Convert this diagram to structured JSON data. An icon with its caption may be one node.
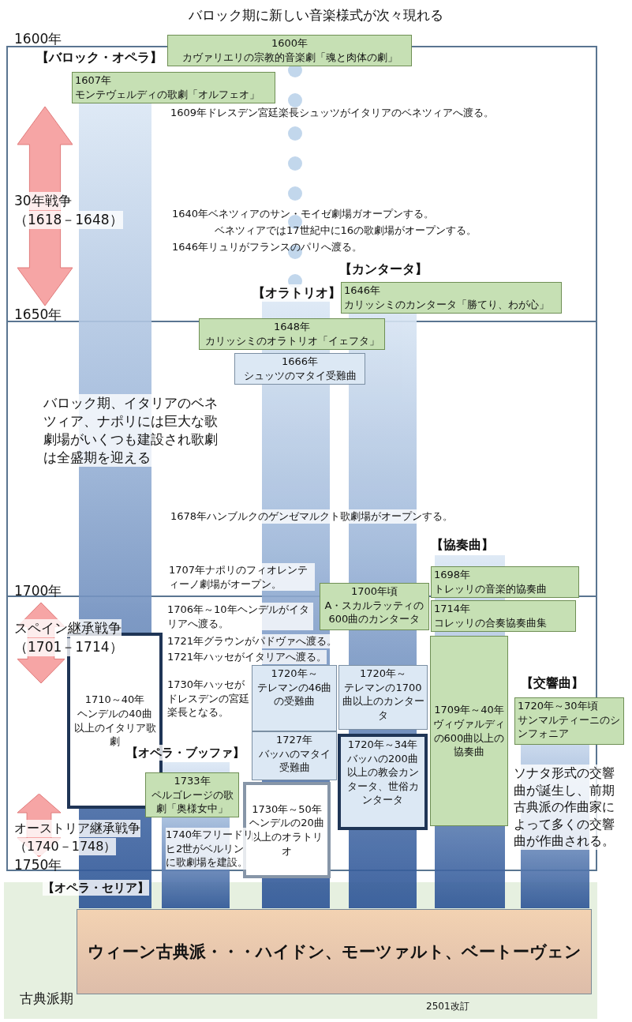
{
  "diagram": {
    "title": "バロック期に新しい音楽様式が次々現れる",
    "nodes": [
      {
        "text": [
          "1600年",
          "カヴァリエリの宗教的音楽劇「魂と肉体の劇」"
        ]
      },
      {
        "text": [
          "1607年",
          "モンテヴェルディの歌劇「オルフェオ」"
        ]
      },
      {
        "text": [
          "1646年",
          "カリッシミのカンタータ「勝てり、わが心」"
        ]
      },
      {
        "text": [
          "1648年",
          "カリッシミのオラトリオ「イェフタ」"
        ]
      },
      {
        "text": [
          "1666年",
          "シュッツのマタイ受難曲"
        ]
      },
      {
        "text": [
          "1698年",
          "トレッリの音楽的協奏曲"
        ]
      },
      {
        "text": [
          "1700年頃",
          "A・スカルラッティの600曲のカンタータ"
        ]
      },
      {
        "text": [
          "1714年",
          "コレッリの合奏協奏曲集"
        ]
      },
      {
        "text": [
          "1710～40年",
          "ヘンデルの40曲以上のイタリア歌劇"
        ]
      },
      {
        "text": [
          "1720年～",
          "テレマンの46曲の受難曲"
        ]
      },
      {
        "text": [
          "1720年～",
          "テレマンの1700曲以上のカンタータ"
        ]
      },
      {
        "text": [
          "1709年～40年",
          "ヴィヴァルディの600曲以上の協奏曲"
        ]
      },
      {
        "text": [
          "1720年～30年頃",
          "サンマルティーニのシンフォニア"
        ]
      },
      {
        "text": [
          "1727年",
          "バッハのマタイ受難曲"
        ]
      },
      {
        "text": [
          "1720年～34年",
          "バッハの200曲以上の教会カンタータ、世俗カンタータ"
        ]
      },
      {
        "text": [
          "1733年",
          "ペルゴレージの歌劇「奥様女中」"
        ]
      },
      {
        "text": [
          "1730年～50年",
          "ヘンデルの20曲以上のオラトリオ"
        ]
      },
      {
        "text": [
          "古典派期"
        ]
      },
      {
        "text": [
          "ウィーン古典派・・・ハイドン、モーツァルト、ベートーヴェン"
        ],
        "in": 17
      }
    ],
    "labels": [
      "1600年",
      "【バロック・オペラ】",
      "1609年ドレスデン宮廷楽長シュッツがイタリアのベネツィアへ渡る。",
      "30年戦争",
      "（1618－1648）",
      "1640年ベネツィアのサン・モイゼ劇場ガオープンする。",
      "ベネツィアでは17世紀中に16の歌劇場がオープンする。",
      "1646年リュリがフランスのパリへ渡る。",
      "【カンタータ】",
      "【オラトリオ】",
      "1650年",
      "バロック期、イタリアのベネツィア、ナポリには巨大な歌劇場がいくつも建設され歌劇は全盛期を迎える",
      "1678年ハンブルクのゲンゼマルクト歌劇場がオープンする。",
      "【協奏曲】",
      "1707年ナポリのフィオレンティーノ劇場がオープン。",
      "1700年",
      "1706年～10年ヘンデルがイタリアへ渡る。",
      "スペイン継承戦争",
      "（1701－1714）",
      "1721年グラウンがパドヴァへ渡る。",
      "1721年ハッセがイタリアへ渡る。",
      "【交響曲】",
      "1730年ハッセがドレスデンの宮廷楽長となる。",
      "【オペラ・ブッファ】",
      "ソナタ形式の交響曲が誕生し、前期古典派の作曲家によって多くの交響曲が作曲される。",
      "オーストリア継承戦争",
      "（1740－1748）",
      "1740年フリードリヒ2世がベルリンに歌劇場を建設。",
      "1750年",
      "【オペラ・セリア】",
      "2501改訂"
    ]
  }
}
